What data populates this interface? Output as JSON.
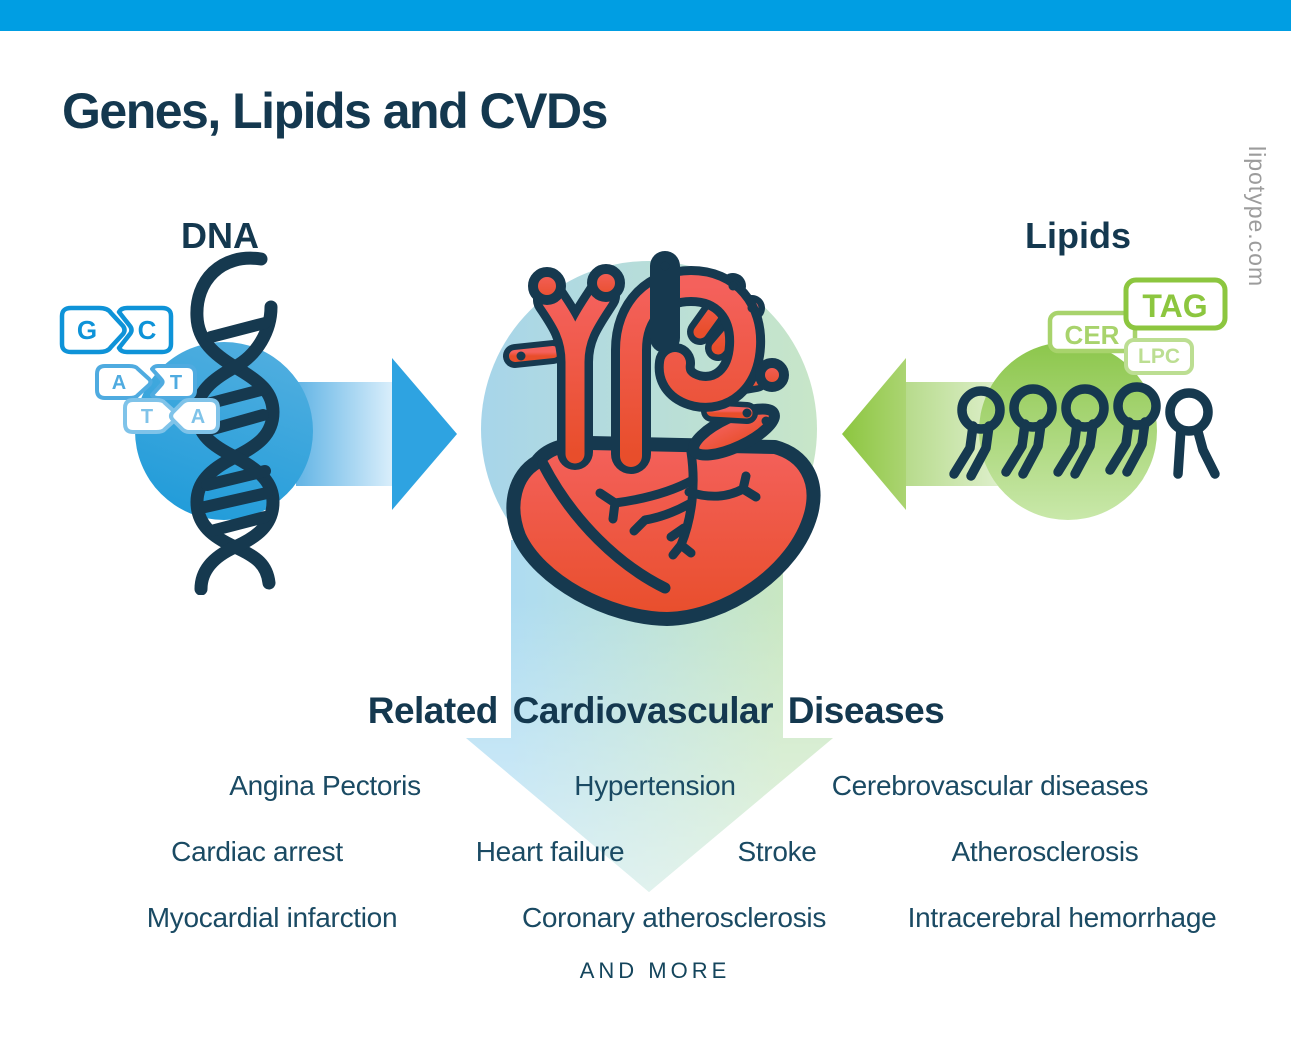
{
  "title": "Genes, Lipids and CVDs",
  "watermark": "lipotype.com",
  "dna": {
    "label": "DNA",
    "nucleotides": [
      "G",
      "C",
      "A",
      "T",
      "T",
      "A"
    ]
  },
  "lipids": {
    "label": "Lipids",
    "lipid_classes": [
      "TAG",
      "CER",
      "LPC"
    ]
  },
  "diseases": {
    "heading": "Related Cardiovascular Diseases",
    "rows": [
      [
        "Angina Pectoris",
        "Hypertension",
        "Cerebrovascular diseases"
      ],
      [
        "Cardiac arrest",
        "Heart failure",
        "Stroke",
        "Atherosclerosis"
      ],
      [
        "Myocardial infarction",
        "Coronary atherosclerosis",
        "Intracerebral hemorrhage"
      ]
    ],
    "more": "AND MORE"
  },
  "palette": {
    "top_bar": "#009EE3",
    "headline_navy": "#14384F",
    "disease_text": "#1A4A63",
    "watermark_gray": "#9C9C9C",
    "outline_navy": "#16394F",
    "heart_red": "#F4615C",
    "heart_red_deep": "#E84E2B",
    "dna_arrow_blue": "#2EA3E1",
    "lipid_arrow_green": "#8CC63F",
    "nucleotide_tag_blue_row1": "#0E93D8",
    "nucleotide_tag_blue_row2": "#4FABE0",
    "nucleotide_tag_blue_row3": "#7FC3E9",
    "lipid_tag_green_tag": "#8CC63F",
    "lipid_tag_green_cer": "#A8D36C",
    "lipid_tag_green_lpc": "#BCDE92"
  }
}
